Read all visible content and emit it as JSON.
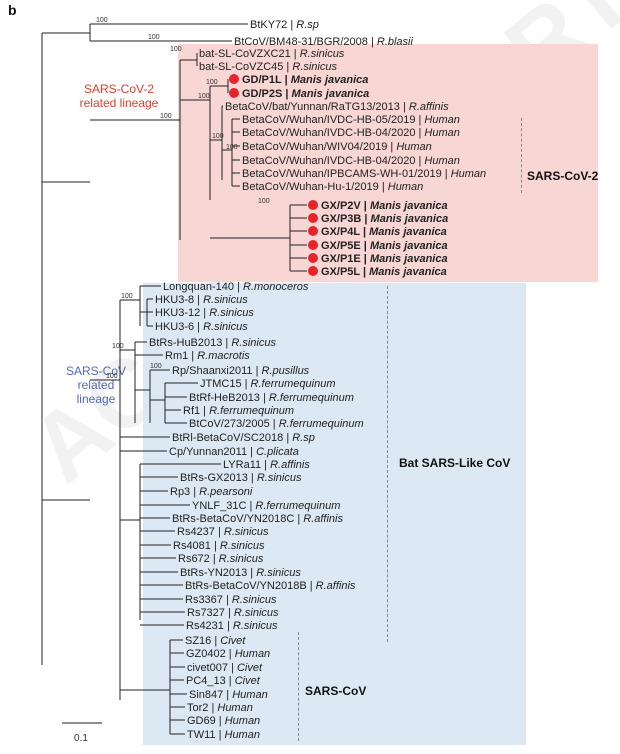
{
  "panel_letter": "b",
  "watermark": "ACCEPTED ARTICLE",
  "group_labels": {
    "sars_cov2_related": [
      "SARS-CoV-2",
      "related lineage"
    ],
    "sars_cov_related": [
      "SARS-CoV",
      "related",
      "lineage"
    ]
  },
  "clade_labels": {
    "sars_cov2": "SARS-CoV-2",
    "bat_sars_like": "Bat SARS-Like CoV",
    "sars_cov": "SARS-CoV"
  },
  "scale_bar": "0.1",
  "leaves": [
    {
      "name": "BtKY72",
      "host": "R.sp",
      "pangolin": false
    },
    {
      "name": "BtCoV/BM48-31/BGR/2008",
      "host": "R.blasii",
      "pangolin": false
    },
    {
      "name": "bat-SL-CoVZXC21",
      "host": "R.sinicus",
      "pangolin": false
    },
    {
      "name": "bat-SL-CoVZC45",
      "host": "R.sinicus",
      "pangolin": false
    },
    {
      "name": "GD/P1L",
      "host": "Manis javanica",
      "pangolin": true
    },
    {
      "name": "GD/P2S",
      "host": "Manis javanica",
      "pangolin": true
    },
    {
      "name": "BetaCoV/bat/Yunnan/RaTG13/2013",
      "host": "R.affinis",
      "pangolin": false
    },
    {
      "name": "BetaCoV/Wuhan/IVDC-HB-05/2019",
      "host": "Human",
      "pangolin": false
    },
    {
      "name": "BetaCoV/Wuhan/IVDC-HB-04/2020",
      "host": "Human",
      "pangolin": false
    },
    {
      "name": "BetaCoV/Wuhan/WIV04/2019",
      "host": "Human",
      "pangolin": false
    },
    {
      "name": "BetaCoV/Wuhan/IVDC-HB-04/2020",
      "host": "Human",
      "pangolin": false
    },
    {
      "name": "BetaCoV/Wuhan/IPBCAMS-WH-01/2019",
      "host": "Human",
      "pangolin": false
    },
    {
      "name": "BetaCoV/Wuhan-Hu-1/2019",
      "host": "Human",
      "pangolin": false
    },
    {
      "name": "GX/P2V",
      "host": "Manis javanica",
      "pangolin": true
    },
    {
      "name": "GX/P3B",
      "host": "Manis javanica",
      "pangolin": true
    },
    {
      "name": "GX/P4L",
      "host": "Manis javanica",
      "pangolin": true
    },
    {
      "name": "GX/P5E",
      "host": "Manis javanica",
      "pangolin": true
    },
    {
      "name": "GX/P1E",
      "host": "Manis javanica",
      "pangolin": true
    },
    {
      "name": "GX/P5L",
      "host": "Manis javanica",
      "pangolin": true
    },
    {
      "name": "Longquan-140",
      "host": "R.monoceros",
      "pangolin": false
    },
    {
      "name": "HKU3-8",
      "host": "R.sinicus",
      "pangolin": false
    },
    {
      "name": "HKU3-12",
      "host": "R.sinicus",
      "pangolin": false
    },
    {
      "name": "HKU3-6",
      "host": "R.sinicus",
      "pangolin": false
    },
    {
      "name": "BtRs-HuB2013",
      "host": "R.sinicus",
      "pangolin": false
    },
    {
      "name": "Rm1",
      "host": "R.macrotis",
      "pangolin": false
    },
    {
      "name": "Rp/Shaanxi2011",
      "host": "R.pusillus",
      "pangolin": false
    },
    {
      "name": "JTMC15",
      "host": "R.ferrumequinum",
      "pangolin": false
    },
    {
      "name": "BtRf-HeB2013",
      "host": "R.ferrumequinum",
      "pangolin": false
    },
    {
      "name": "Rf1",
      "host": "R.ferrumequinum",
      "pangolin": false
    },
    {
      "name": "BtCoV/273/2005",
      "host": "R.ferrumequinum",
      "pangolin": false
    },
    {
      "name": "BtRl-BetaCoV/SC2018",
      "host": "R.sp",
      "pangolin": false
    },
    {
      "name": "Cp/Yunnan2011",
      "host": "C.plicata",
      "pangolin": false
    },
    {
      "name": "LYRa11",
      "host": "R.affinis",
      "pangolin": false
    },
    {
      "name": "BtRs-GX2013",
      "host": "R.sinicus",
      "pangolin": false
    },
    {
      "name": "Rp3",
      "host": "R.pearsoni",
      "pangolin": false
    },
    {
      "name": "YNLF_31C",
      "host": "R.ferrumequinum",
      "pangolin": false
    },
    {
      "name": "BtRs-BetaCoV/YN2018C",
      "host": "R.affinis",
      "pangolin": false
    },
    {
      "name": "Rs4237",
      "host": "R.sinicus",
      "pangolin": false
    },
    {
      "name": "Rs4081",
      "host": "R.sinicus",
      "pangolin": false
    },
    {
      "name": "Rs672",
      "host": "R.sinicus",
      "pangolin": false
    },
    {
      "name": "BtRs-YN2013",
      "host": "R.sinicus",
      "pangolin": false
    },
    {
      "name": "BtRs-BetaCoV/YN2018B",
      "host": "R.affinis",
      "pangolin": false
    },
    {
      "name": "Rs3367",
      "host": "R.sinicus",
      "pangolin": false
    },
    {
      "name": "Rs7327",
      "host": "R.sinicus",
      "pangolin": false
    },
    {
      "name": "Rs4231",
      "host": "R.sinicus",
      "pangolin": false
    },
    {
      "name": "SZ16",
      "host": "Civet",
      "pangolin": false
    },
    {
      "name": "GZ0402",
      "host": "Human",
      "pangolin": false
    },
    {
      "name": "civet007",
      "host": "Civet",
      "pangolin": false
    },
    {
      "name": "PC4_13",
      "host": "Civet",
      "pangolin": false
    },
    {
      "name": "Sin847",
      "host": "Human",
      "pangolin": false
    },
    {
      "name": "Tor2",
      "host": "Human",
      "pangolin": false
    },
    {
      "name": "GD69",
      "host": "Human",
      "pangolin": false
    },
    {
      "name": "TW11",
      "host": "Human",
      "pangolin": false
    }
  ],
  "bootstrap_labels": [
    "100",
    "100",
    "100",
    "100",
    "100",
    "100",
    "100",
    "100",
    "100",
    "100",
    "100",
    "100",
    "100"
  ],
  "colors": {
    "sars_cov2_bg": "#f7d6d4",
    "sars_cov_bg": "#dce8f3",
    "pangolin_dot": "#e8242b",
    "cov2_label": "#e23b2e",
    "cov_label": "#4f6bbf"
  }
}
